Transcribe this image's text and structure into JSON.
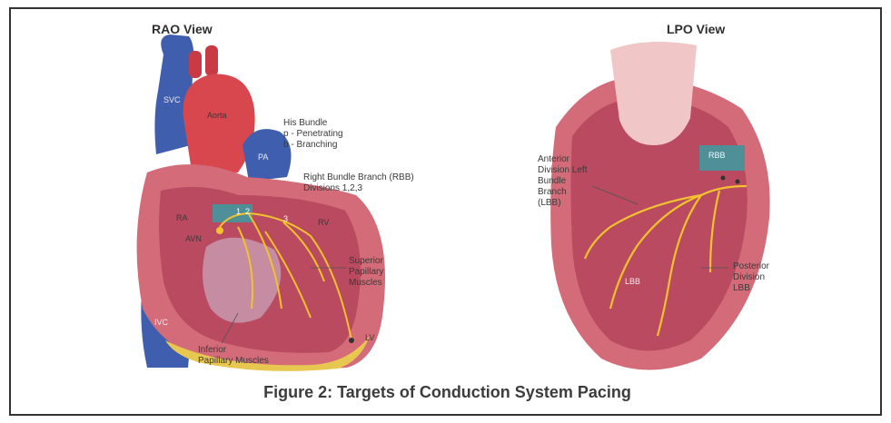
{
  "figure": {
    "caption": "Figure 2: Targets of Conduction System Pacing"
  },
  "rao": {
    "title": "RAO View",
    "labels": {
      "svc": "SVC",
      "aorta": "Aorta",
      "pa": "PA",
      "ra": "RA",
      "avn": "AVN",
      "rv": "RV",
      "ivc": "IVC",
      "lv": "LV",
      "his_title": "His Bundle",
      "his_p": "p - Penetrating",
      "his_b": "b - Branching",
      "rbb_line1": "Right Bundle Branch (RBB)",
      "rbb_line2": "Divisions 1,2,3",
      "sup_line1": "Superior",
      "sup_line2": "Papillary",
      "sup_line3": "Muscles",
      "inf_line1": "Inferior",
      "inf_line2": "Papillary Muscles",
      "his_marker_1": "1",
      "his_marker_2": "2",
      "his_marker_3": "3"
    }
  },
  "lpo": {
    "title": "LPO View",
    "labels": {
      "ant_line1": "Anterior",
      "ant_line2": "Division Left",
      "ant_line3": "Bundle",
      "ant_line4": "Branch",
      "ant_line5": "(LBB)",
      "rbb": "RBB",
      "lbb": "LBB",
      "post_line1": "Posterior",
      "post_line2": "Division",
      "post_line3": "LBB"
    }
  },
  "colors": {
    "vein_blue": "#3f5fae",
    "artery_red": "#d8474e",
    "myocardium": "#d46b79",
    "chamber": "#b94a60",
    "tissue_light": "#efb9b5",
    "conduction_yellow": "#f2c22e",
    "his_teal": "#4f8f98",
    "valve_pink": "#f0c6c6"
  }
}
